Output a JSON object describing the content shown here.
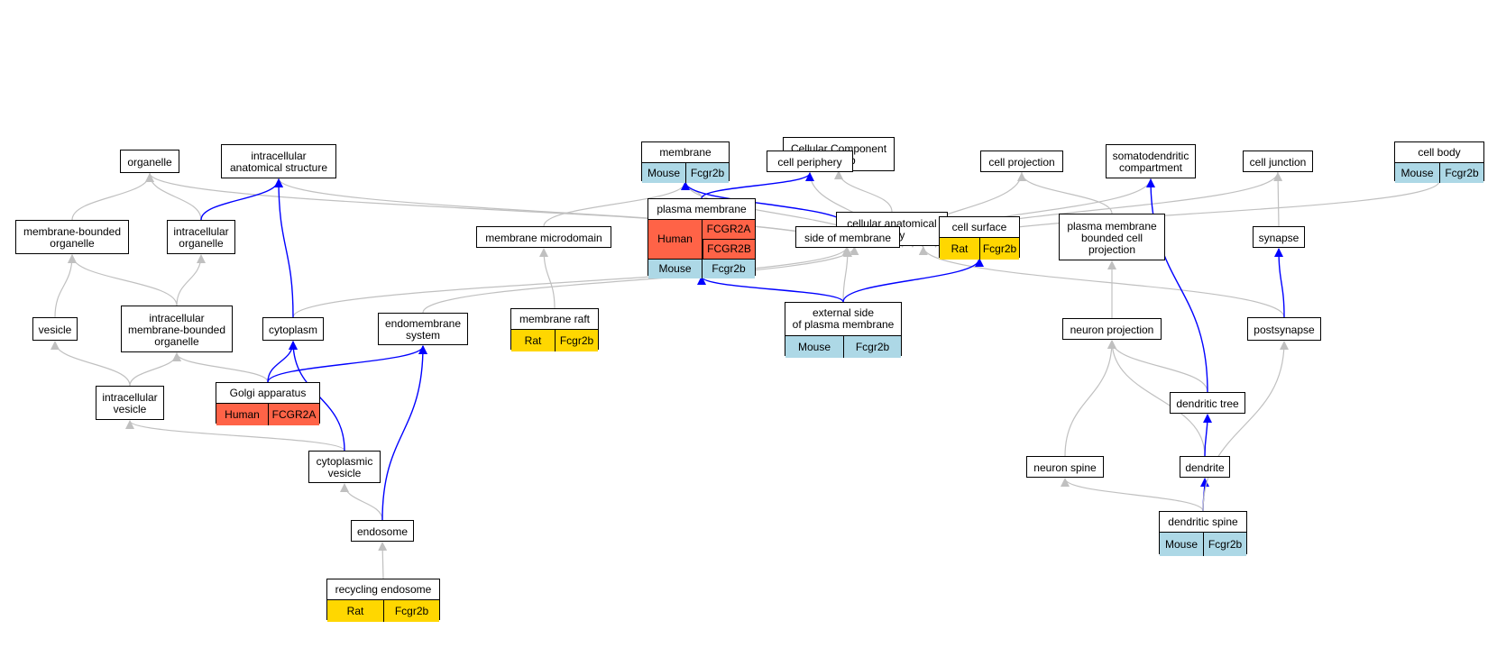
{
  "colors": {
    "is_a_edge": "#c0c0c0",
    "part_of_edge": "#0000ff",
    "human": "#ff6347",
    "mouse": "#add8e6",
    "rat": "#ffd700"
  },
  "nodes": {
    "root": {
      "label": "Cellular Component\nFcgr2b"
    },
    "cae": {
      "label": "cellular anatomical\nentity"
    },
    "organelle": {
      "label": "organelle"
    },
    "ias": {
      "label": "intracellular\nanatomical structure"
    },
    "membrane": {
      "label": "membrane",
      "annotations": [
        {
          "species": "Mouse",
          "genes": [
            "Fcgr2b"
          ]
        }
      ]
    },
    "cellperiphery": {
      "label": "cell periphery"
    },
    "cellprojection": {
      "label": "cell projection"
    },
    "somato": {
      "label": "somatodendritic\ncompartment"
    },
    "celljunction": {
      "label": "cell junction"
    },
    "cellbody": {
      "label": "cell body",
      "annotations": [
        {
          "species": "Mouse",
          "genes": [
            "Fcgr2b"
          ]
        }
      ]
    },
    "mbo": {
      "label": "membrane-bounded\norganelle"
    },
    "io": {
      "label": "intracellular\norganelle"
    },
    "mmd": {
      "label": "membrane microdomain"
    },
    "pm": {
      "label": "plasma membrane",
      "annotations": [
        {
          "species": "Human",
          "genes": [
            "FCGR2A",
            "FCGR2B"
          ]
        },
        {
          "species": "Mouse",
          "genes": [
            "Fcgr2b"
          ]
        }
      ]
    },
    "som": {
      "label": "side of membrane"
    },
    "cellsurface": {
      "label": "cell surface",
      "annotations": [
        {
          "species": "Rat",
          "genes": [
            "Fcgr2b"
          ]
        }
      ]
    },
    "pmbcp": {
      "label": "plasma membrane\nbounded cell\nprojection"
    },
    "synapse": {
      "label": "synapse"
    },
    "vesicle": {
      "label": "vesicle"
    },
    "imbo": {
      "label": "intracellular\nmembrane-bounded\norganelle"
    },
    "cytoplasm": {
      "label": "cytoplasm"
    },
    "endo": {
      "label": "endomembrane\nsystem"
    },
    "raft": {
      "label": "membrane raft",
      "annotations": [
        {
          "species": "Rat",
          "genes": [
            "Fcgr2b"
          ]
        }
      ]
    },
    "espm": {
      "label": "external side\nof plasma membrane",
      "annotations": [
        {
          "species": "Mouse",
          "genes": [
            "Fcgr2b"
          ]
        }
      ]
    },
    "np": {
      "label": "neuron projection"
    },
    "postsynapse": {
      "label": "postsynapse"
    },
    "iv": {
      "label": "intracellular\nvesicle"
    },
    "golgi": {
      "label": "Golgi apparatus",
      "annotations": [
        {
          "species": "Human",
          "genes": [
            "FCGR2A"
          ]
        }
      ]
    },
    "dtree": {
      "label": "dendritic tree"
    },
    "cv": {
      "label": "cytoplasmic\nvesicle"
    },
    "nspine": {
      "label": "neuron spine"
    },
    "dendrite": {
      "label": "dendrite"
    },
    "dspine": {
      "label": "dendritic spine",
      "annotations": [
        {
          "species": "Mouse",
          "genes": [
            "Fcgr2b"
          ]
        }
      ]
    },
    "endosome": {
      "label": "endosome"
    },
    "recycling": {
      "label": "recycling endosome",
      "annotations": [
        {
          "species": "Rat",
          "genes": [
            "Fcgr2b"
          ]
        }
      ]
    }
  },
  "edges": [
    {
      "from": "cae",
      "to": "root",
      "type": "is_a"
    },
    {
      "from": "organelle",
      "to": "cae",
      "type": "is_a"
    },
    {
      "from": "ias",
      "to": "cae",
      "type": "is_a"
    },
    {
      "from": "membrane",
      "to": "cae",
      "type": "is_a"
    },
    {
      "from": "cellperiphery",
      "to": "cae",
      "type": "is_a"
    },
    {
      "from": "cellprojection",
      "to": "cae",
      "type": "is_a"
    },
    {
      "from": "somato",
      "to": "cae",
      "type": "is_a"
    },
    {
      "from": "celljunction",
      "to": "cae",
      "type": "is_a"
    },
    {
      "from": "cellbody",
      "to": "cae",
      "type": "is_a"
    },
    {
      "from": "cytoplasm",
      "to": "cae",
      "type": "is_a"
    },
    {
      "from": "endo",
      "to": "cae",
      "type": "is_a"
    },
    {
      "from": "som",
      "to": "cae",
      "type": "is_a"
    },
    {
      "from": "cellsurface",
      "to": "cae",
      "type": "is_a"
    },
    {
      "from": "postsynapse",
      "to": "cae",
      "type": "is_a"
    },
    {
      "from": "mbo",
      "to": "organelle",
      "type": "is_a"
    },
    {
      "from": "io",
      "to": "organelle",
      "type": "is_a"
    },
    {
      "from": "io",
      "to": "ias",
      "type": "part_of"
    },
    {
      "from": "cytoplasm",
      "to": "ias",
      "type": "part_of"
    },
    {
      "from": "mmd",
      "to": "membrane",
      "type": "is_a"
    },
    {
      "from": "pm",
      "to": "membrane",
      "type": "is_a"
    },
    {
      "from": "som",
      "to": "membrane",
      "type": "part_of"
    },
    {
      "from": "pm",
      "to": "cellperiphery",
      "type": "part_of"
    },
    {
      "from": "raft",
      "to": "mmd",
      "type": "is_a"
    },
    {
      "from": "espm",
      "to": "pm",
      "type": "part_of"
    },
    {
      "from": "espm",
      "to": "som",
      "type": "is_a"
    },
    {
      "from": "espm",
      "to": "cellsurface",
      "type": "part_of"
    },
    {
      "from": "pmbcp",
      "to": "cellprojection",
      "type": "is_a"
    },
    {
      "from": "np",
      "to": "pmbcp",
      "type": "is_a"
    },
    {
      "from": "synapse",
      "to": "celljunction",
      "type": "is_a"
    },
    {
      "from": "postsynapse",
      "to": "synapse",
      "type": "part_of"
    },
    {
      "from": "vesicle",
      "to": "mbo",
      "type": "is_a"
    },
    {
      "from": "imbo",
      "to": "mbo",
      "type": "is_a"
    },
    {
      "from": "imbo",
      "to": "io",
      "type": "is_a"
    },
    {
      "from": "iv",
      "to": "vesicle",
      "type": "is_a"
    },
    {
      "from": "iv",
      "to": "imbo",
      "type": "is_a"
    },
    {
      "from": "golgi",
      "to": "imbo",
      "type": "is_a"
    },
    {
      "from": "golgi",
      "to": "cytoplasm",
      "type": "part_of"
    },
    {
      "from": "golgi",
      "to": "endo",
      "type": "part_of"
    },
    {
      "from": "cv",
      "to": "iv",
      "type": "is_a"
    },
    {
      "from": "cv",
      "to": "cytoplasm",
      "type": "part_of"
    },
    {
      "from": "endosome",
      "to": "cv",
      "type": "is_a"
    },
    {
      "from": "endosome",
      "to": "endo",
      "type": "part_of"
    },
    {
      "from": "recycling",
      "to": "endosome",
      "type": "is_a"
    },
    {
      "from": "dtree",
      "to": "np",
      "type": "is_a"
    },
    {
      "from": "dtree",
      "to": "somato",
      "type": "part_of"
    },
    {
      "from": "nspine",
      "to": "np",
      "type": "is_a"
    },
    {
      "from": "dendrite",
      "to": "np",
      "type": "is_a"
    },
    {
      "from": "dendrite",
      "to": "dtree",
      "type": "part_of"
    },
    {
      "from": "dspine",
      "to": "nspine",
      "type": "is_a"
    },
    {
      "from": "dspine",
      "to": "dendrite",
      "type": "part_of"
    },
    {
      "from": "dspine",
      "to": "postsynapse",
      "type": "is_a"
    }
  ]
}
